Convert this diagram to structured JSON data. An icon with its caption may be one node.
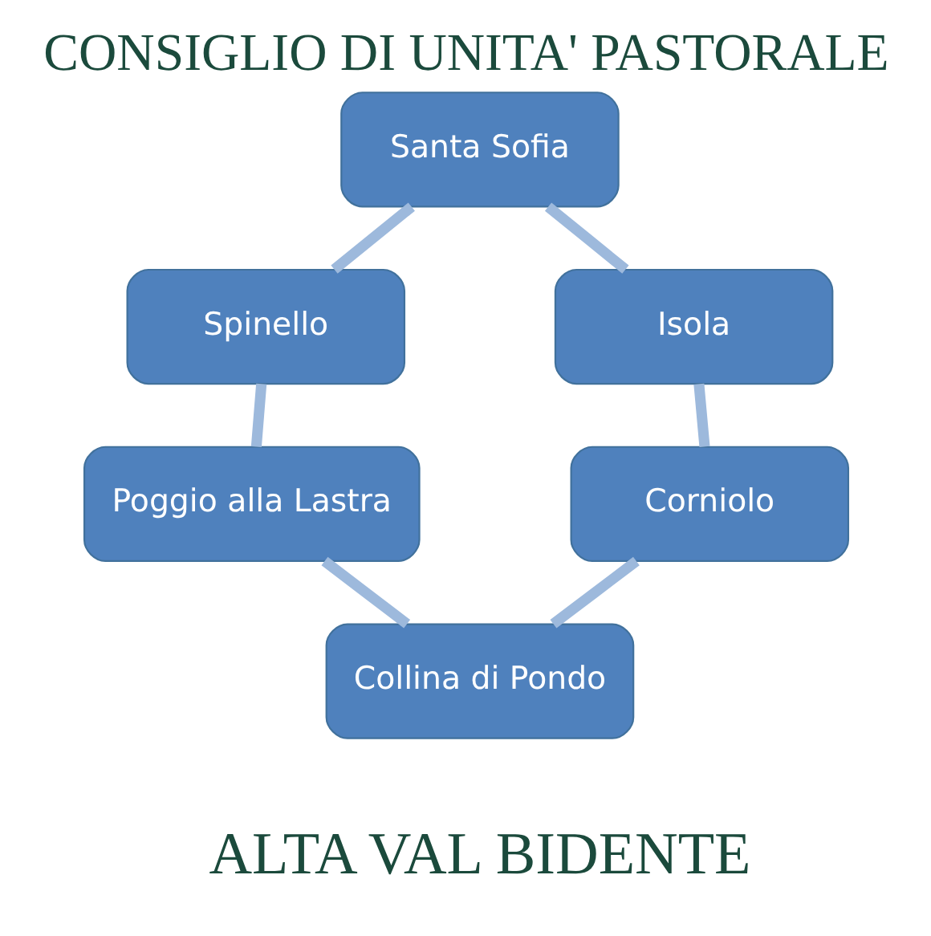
{
  "diagram": {
    "title": "CONSIGLIO DI UNITA' PASTORALE",
    "caption": "ALTA VAL BIDENTE",
    "nodes": [
      {
        "text": [
          "Santa Sofia"
        ]
      },
      {
        "text": [
          "Spinello"
        ]
      },
      {
        "text": [
          "Isola"
        ]
      },
      {
        "text": [
          "Poggio alla Lastra"
        ]
      },
      {
        "text": [
          "Corniolo"
        ]
      },
      {
        "text": [
          "Collina di Pondo"
        ]
      }
    ],
    "edges": [
      {
        "from": 0,
        "to": 2,
        "arrow": "none"
      },
      {
        "from": 2,
        "to": 4,
        "arrow": "none"
      },
      {
        "from": 4,
        "to": 5,
        "arrow": "none"
      },
      {
        "from": 5,
        "to": 3,
        "arrow": "none"
      },
      {
        "from": 3,
        "to": 1,
        "arrow": "none"
      },
      {
        "from": 1,
        "to": 0,
        "arrow": "none"
      }
    ]
  }
}
